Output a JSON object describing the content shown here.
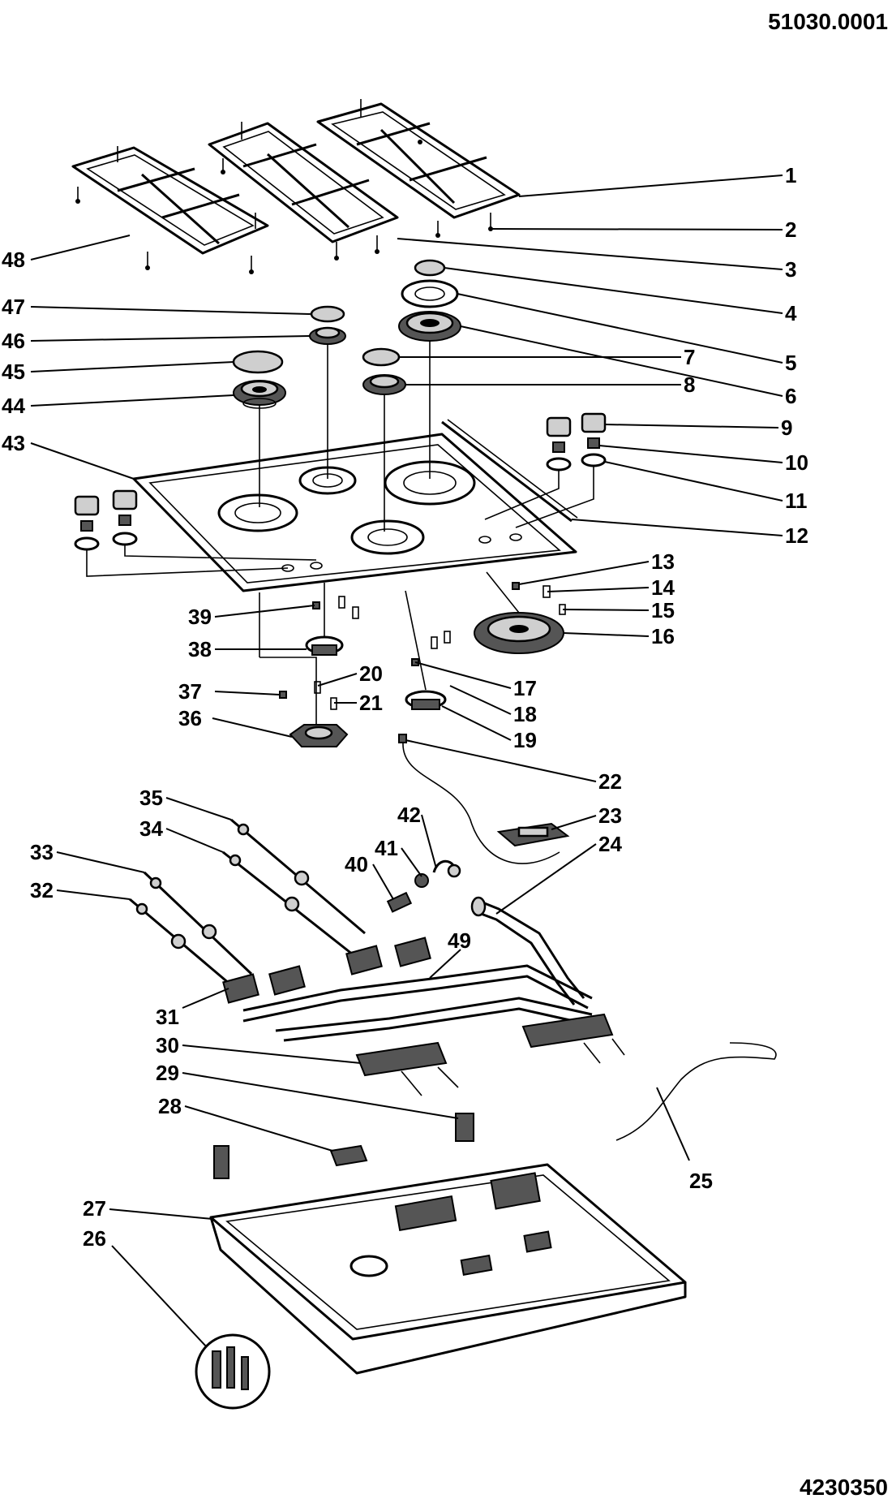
{
  "document": {
    "top_code": "51030.0001",
    "bottom_code": "4230350"
  },
  "callouts": [
    {
      "n": "1"
    },
    {
      "n": "2"
    },
    {
      "n": "3"
    },
    {
      "n": "4"
    },
    {
      "n": "5"
    },
    {
      "n": "6"
    },
    {
      "n": "7"
    },
    {
      "n": "8"
    },
    {
      "n": "9"
    },
    {
      "n": "10"
    },
    {
      "n": "11"
    },
    {
      "n": "12"
    },
    {
      "n": "13"
    },
    {
      "n": "14"
    },
    {
      "n": "15"
    },
    {
      "n": "16"
    },
    {
      "n": "17"
    },
    {
      "n": "18"
    },
    {
      "n": "19"
    },
    {
      "n": "20"
    },
    {
      "n": "21"
    },
    {
      "n": "22"
    },
    {
      "n": "23"
    },
    {
      "n": "24"
    },
    {
      "n": "25"
    },
    {
      "n": "26"
    },
    {
      "n": "27"
    },
    {
      "n": "28"
    },
    {
      "n": "29"
    },
    {
      "n": "30"
    },
    {
      "n": "31"
    },
    {
      "n": "32"
    },
    {
      "n": "33"
    },
    {
      "n": "34"
    },
    {
      "n": "35"
    },
    {
      "n": "36"
    },
    {
      "n": "37"
    },
    {
      "n": "38"
    },
    {
      "n": "39"
    },
    {
      "n": "40"
    },
    {
      "n": "41"
    },
    {
      "n": "42"
    },
    {
      "n": "43"
    },
    {
      "n": "44"
    },
    {
      "n": "45"
    },
    {
      "n": "46"
    },
    {
      "n": "47"
    },
    {
      "n": "48"
    },
    {
      "n": "49"
    }
  ]
}
